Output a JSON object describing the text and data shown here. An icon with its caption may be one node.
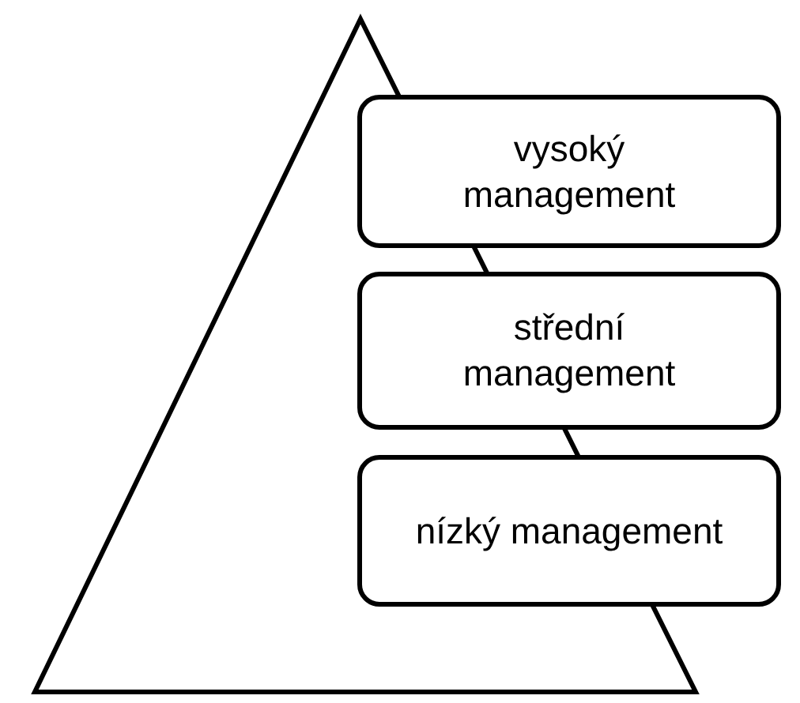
{
  "diagram": {
    "nodes": [
      {
        "text": [
          "vysoký management"
        ]
      },
      {
        "text": [
          "střední management"
        ]
      },
      {
        "text": [
          "nízký management"
        ]
      }
    ]
  }
}
